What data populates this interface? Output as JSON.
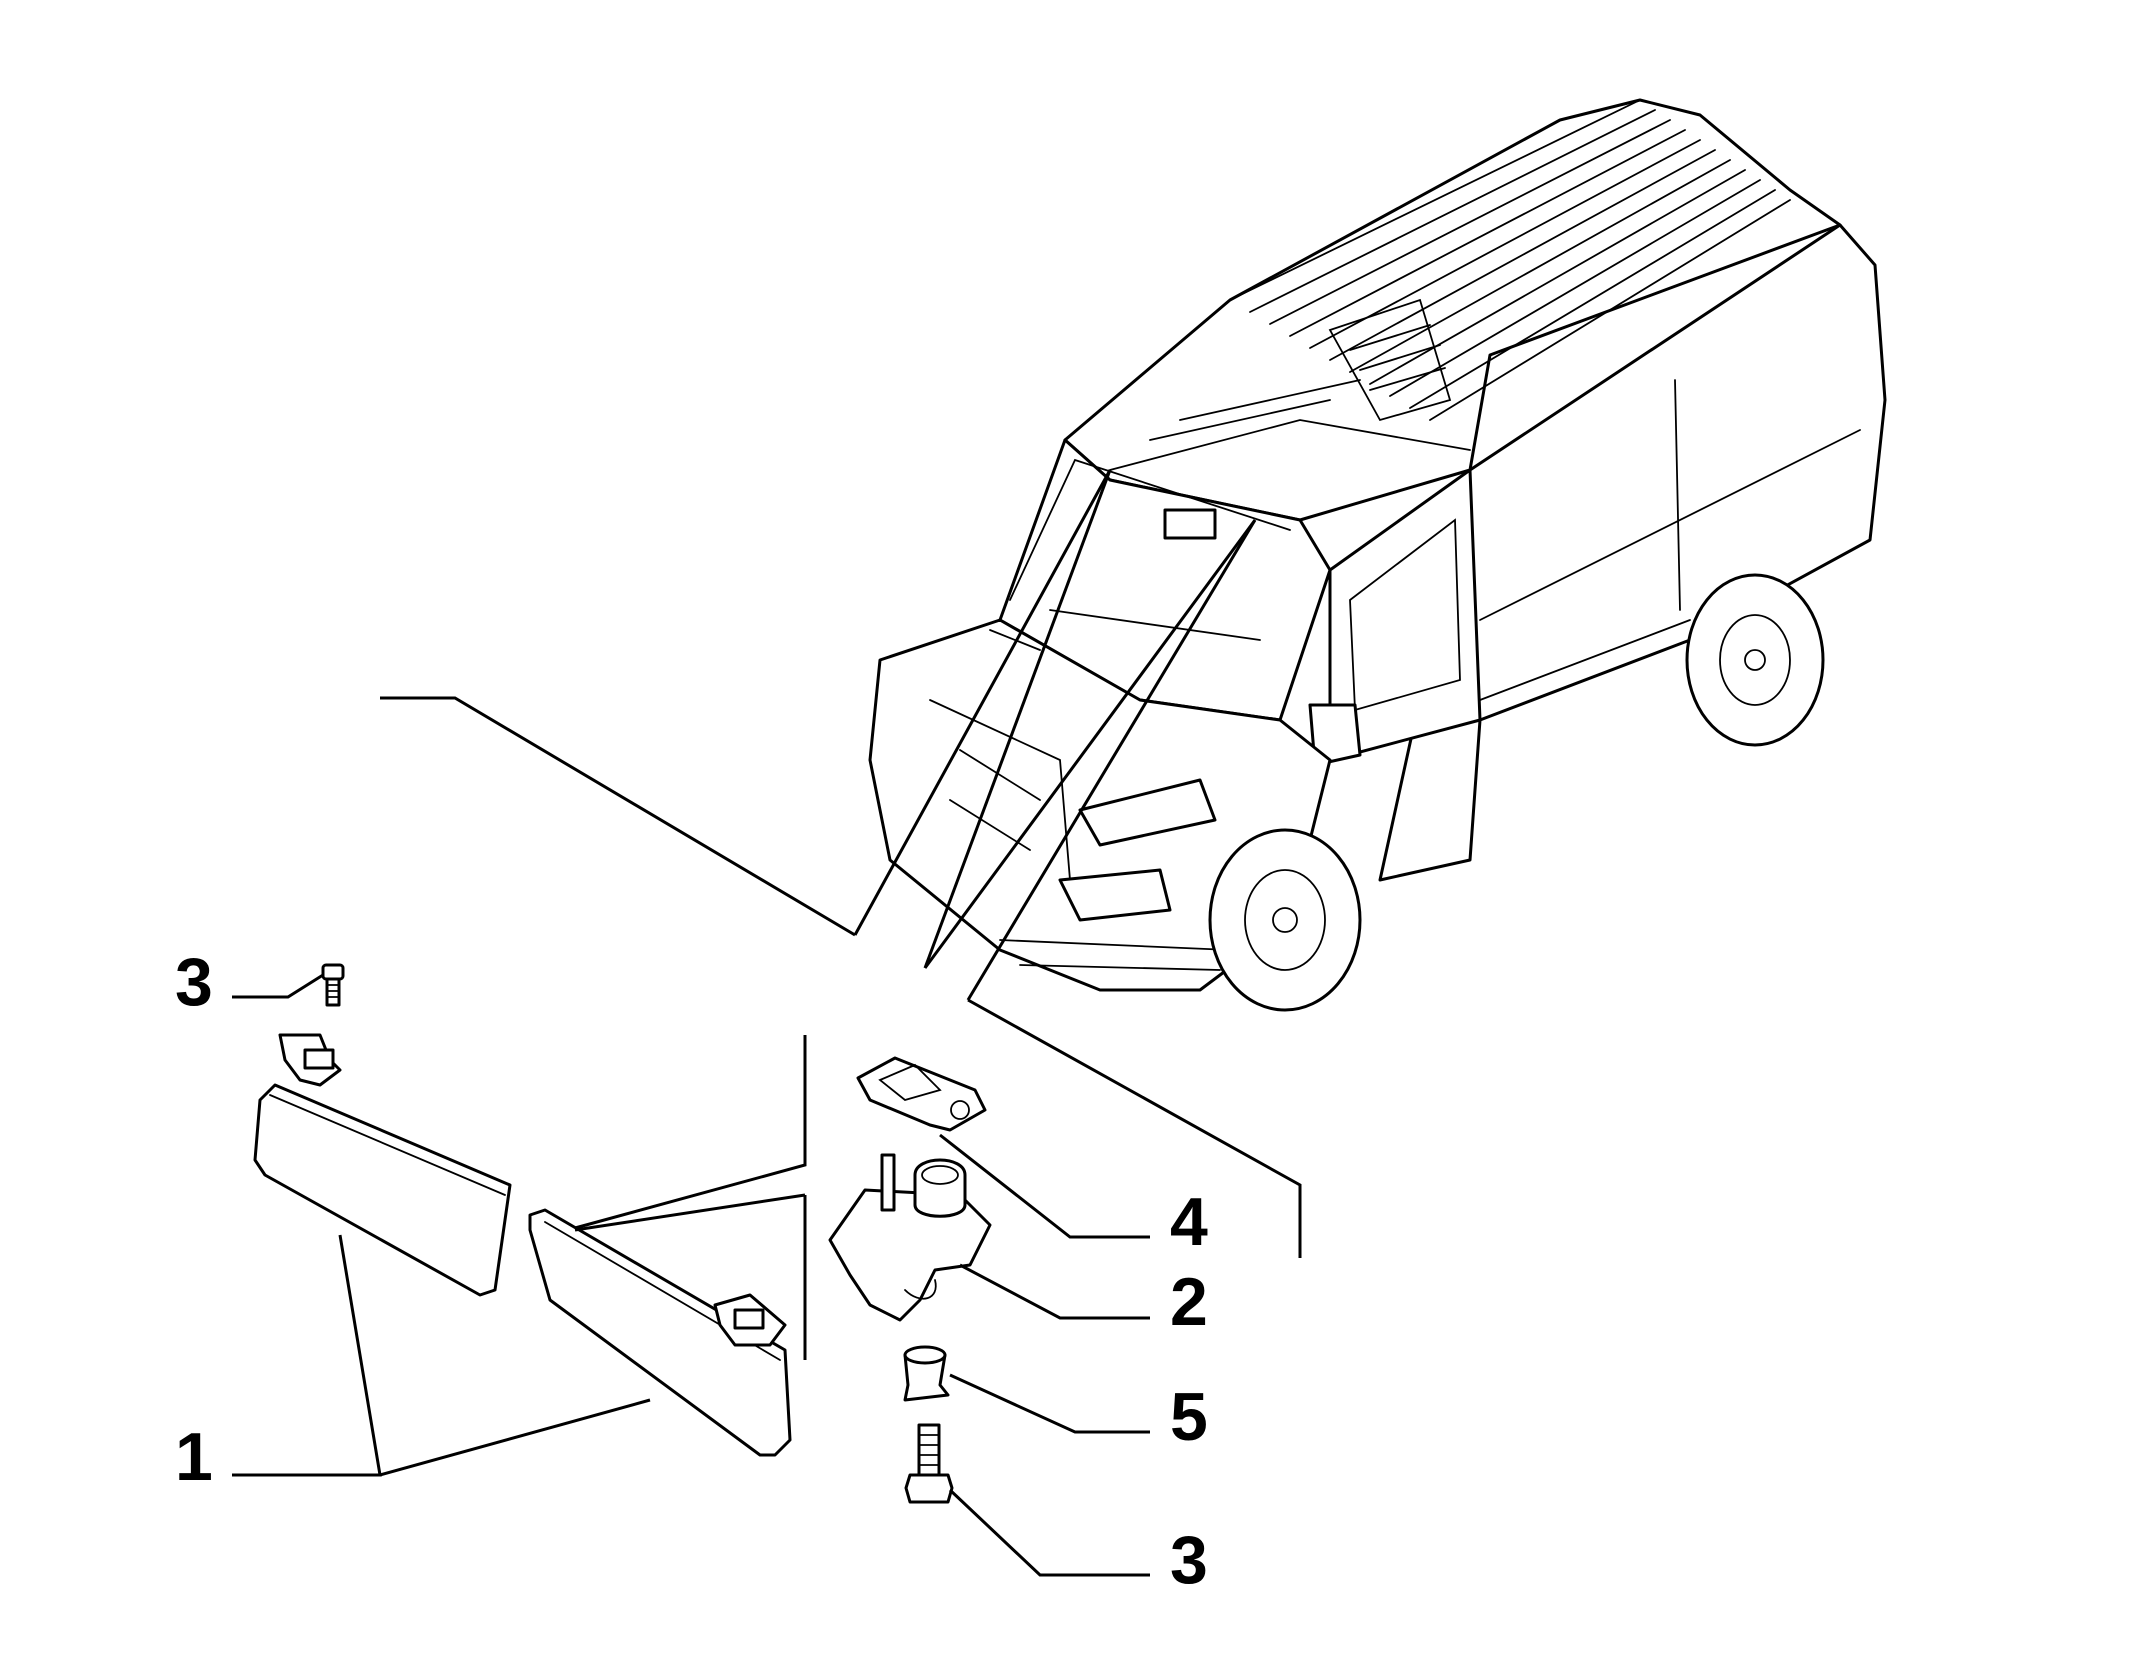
{
  "diagram": {
    "callouts": {
      "visor_top": "1",
      "clip_hook": "2",
      "screw_top": "3",
      "screw_bottom": "3",
      "spring_clip": "4",
      "nut_insert": "5"
    }
  }
}
